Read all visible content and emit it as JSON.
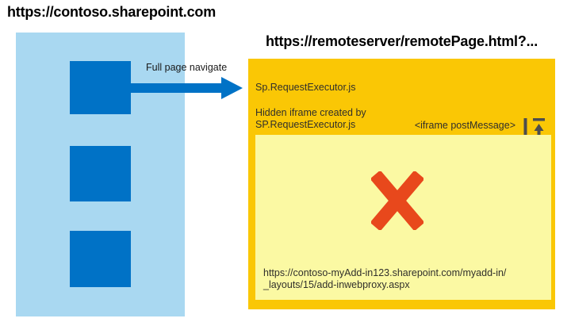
{
  "sharepoint_window": {
    "title": "https://contoso.sharepoint.com"
  },
  "navigation": {
    "label": "Full page navigate"
  },
  "remote_window": {
    "title": "https://remoteserver/remotePage.html?...",
    "executor_label": "Sp.RequestExecutor.js",
    "hidden_iframe_note_line1": "Hidden iframe created by",
    "hidden_iframe_note_line2": "SP.RequestExecutor.js",
    "post_message_label": "<iframe postMessage>",
    "iframe": {
      "url_line1": "https://contoso-myAdd-in123.sharepoint.com/myadd-in/",
      "url_line2": "_layouts/15/add-inwebproxy.aspx"
    }
  },
  "icons": {
    "navigate_arrow": "right-arrow-icon",
    "post_message_arrows": "updown-arrows-icon",
    "blocked": "blocked-x-icon"
  },
  "colors": {
    "sharepoint_panel": "#A9D8F1",
    "page_block_blue": "#0072C6",
    "navigate_arrow": "#0072C6",
    "remote_panel_gold": "#FAC705",
    "iframe_panel_pale_yellow": "#FBF9A3",
    "blocked_x_red": "#E8481C",
    "icon_gray": "#4D4D4D",
    "title_text": "#000000",
    "body_text": "#302F2B"
  }
}
